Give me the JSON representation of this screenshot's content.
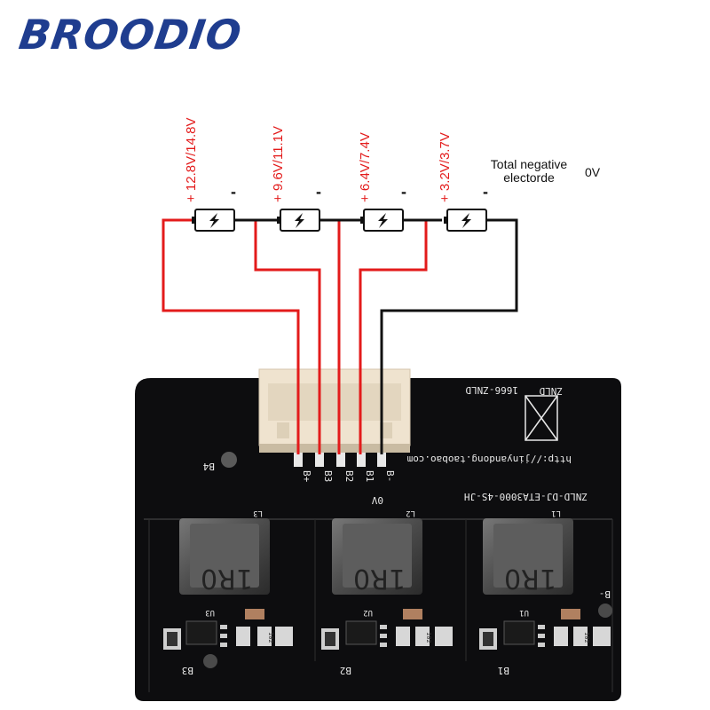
{
  "brand": {
    "logo": "BROODIO"
  },
  "cell_labels": [
    {
      "plus": "+",
      "voltage": "12.8V/14.8V",
      "minus": "-"
    },
    {
      "plus": "+",
      "voltage": "9.6V/11.1V",
      "minus": "-"
    },
    {
      "plus": "+",
      "voltage": "6.4V/7.4V",
      "minus": "-"
    },
    {
      "plus": "+",
      "voltage": "3.2V/3.7V",
      "minus": "-"
    }
  ],
  "negative_label": {
    "line1": "Total negative",
    "line2": "electorde",
    "value": "0V"
  },
  "board": {
    "connector_code": "1666-ZNLD",
    "brand_mark": "ZNLD",
    "url": "http://jinyandong.taobao.com",
    "model": "ZNLD-DJ-ETA3000-4S-JH",
    "pins": [
      "B+",
      "B3",
      "B2",
      "B1",
      "B-"
    ],
    "zero_volt": "0V",
    "labels": {
      "b4": "B4",
      "b3": "B3",
      "b2": "B2",
      "b1": "B1",
      "bminus": "B-",
      "l1": "L1",
      "l2": "L2",
      "l3": "L3",
      "u1": "U1",
      "u2": "U2",
      "u3": "U3"
    },
    "inductor_marking": "1R0",
    "resistor_marking": "102"
  },
  "colors": {
    "logo": "#1f3d8f",
    "voltage": "#e31b1b",
    "wire_red": "#e31b1b",
    "wire_black": "#111111",
    "board": "#0d0d0f"
  }
}
